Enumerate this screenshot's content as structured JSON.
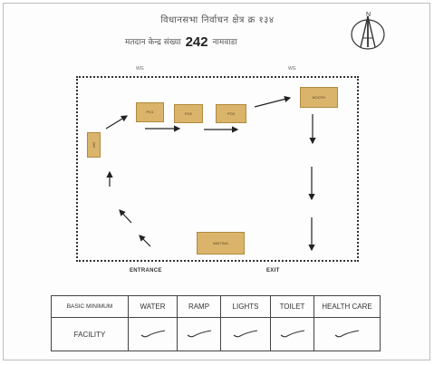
{
  "header": {
    "title_line1": "विधानसभा निर्वाचन क्षेत्र क्र १३४",
    "title_line2_prefix": "मतदान केन्द्र संख्या",
    "station_number": "242",
    "title_line2_suffix": "नामवाडा"
  },
  "compass": {
    "label": "N"
  },
  "layout": {
    "gates": {
      "left": "WG",
      "right": "WG"
    },
    "rooms": [
      {
        "id": "room-1",
        "label": "GR"
      },
      {
        "id": "room-2",
        "label": "PO1"
      },
      {
        "id": "room-3",
        "label": "PO2"
      },
      {
        "id": "room-4",
        "label": "PO3"
      },
      {
        "id": "room-5",
        "label": "BOOTH"
      },
      {
        "id": "room-6",
        "label": "WAITING"
      }
    ],
    "entrance_label": "ENTRANCE",
    "exit_label": "EXIT"
  },
  "facility_table": {
    "row_header_1": "BASIC MINIMUM",
    "row_header_2": "FACILITY",
    "columns": [
      "WATER",
      "RAMP",
      "LIGHTS",
      "TOILET",
      "HEALTH CARE"
    ],
    "status_icon": "checkmark-icon"
  },
  "colors": {
    "room_fill": "#d9b46a",
    "line": "#222222"
  }
}
